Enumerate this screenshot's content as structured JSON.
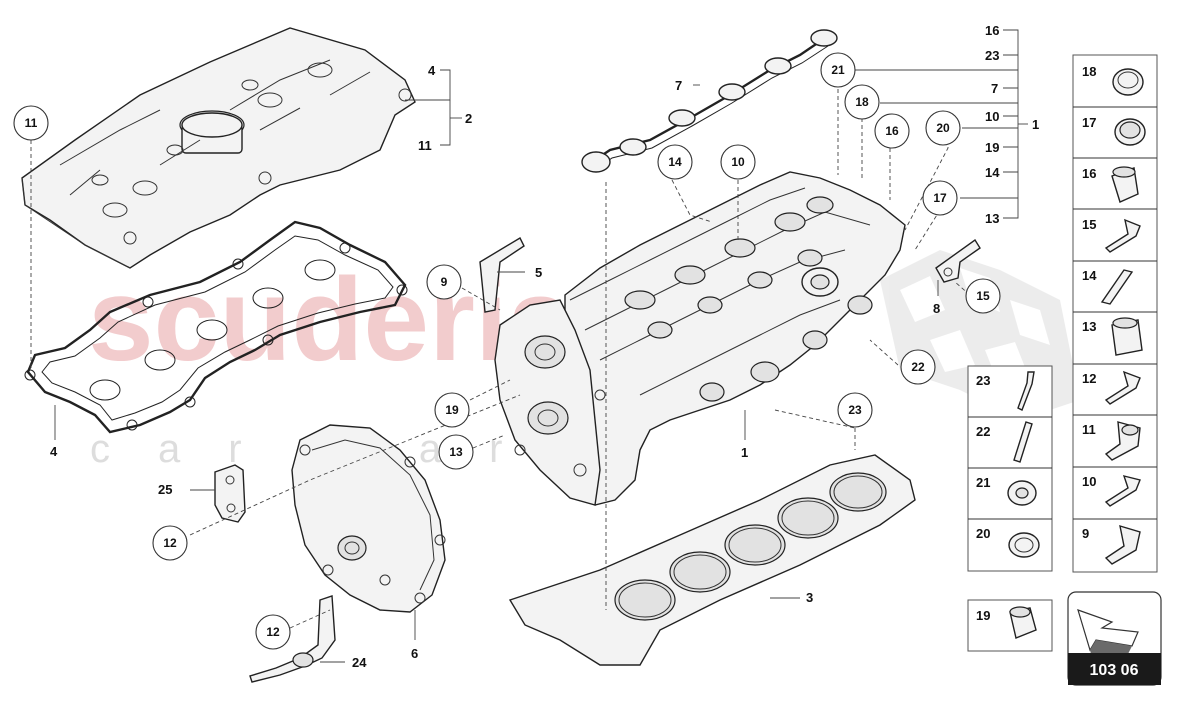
{
  "watermark": {
    "brand": "scuderia",
    "sub": "car parts"
  },
  "page_code": "103 06",
  "callouts": [
    {
      "id": "c11a",
      "num": "11"
    },
    {
      "id": "c21",
      "num": "21"
    },
    {
      "id": "c18",
      "num": "18"
    },
    {
      "id": "c16",
      "num": "16"
    },
    {
      "id": "c20",
      "num": "20"
    },
    {
      "id": "c14",
      "num": "14"
    },
    {
      "id": "c10",
      "num": "10"
    },
    {
      "id": "c17",
      "num": "17"
    },
    {
      "id": "c9",
      "num": "9"
    },
    {
      "id": "c15",
      "num": "15"
    },
    {
      "id": "c22",
      "num": "22"
    },
    {
      "id": "c19",
      "num": "19"
    },
    {
      "id": "c13",
      "num": "13"
    },
    {
      "id": "c23",
      "num": "23"
    },
    {
      "id": "c12a",
      "num": "12"
    },
    {
      "id": "c12b",
      "num": "12"
    }
  ],
  "labels": [
    {
      "id": "l4a",
      "num": "4"
    },
    {
      "id": "l2",
      "num": "2"
    },
    {
      "id": "l11",
      "num": "11"
    },
    {
      "id": "l7",
      "num": "7"
    },
    {
      "id": "l5",
      "num": "5"
    },
    {
      "id": "l8",
      "num": "8"
    },
    {
      "id": "l4b",
      "num": "4"
    },
    {
      "id": "l1b",
      "num": "1"
    },
    {
      "id": "l25",
      "num": "25"
    },
    {
      "id": "l3",
      "num": "3"
    },
    {
      "id": "l6",
      "num": "6"
    },
    {
      "id": "l24",
      "num": "24"
    }
  ],
  "bracket_list": [
    "16",
    "23",
    "7",
    "10",
    "19",
    "14",
    "13"
  ],
  "bracket_parent": "1",
  "parts_left_column": [
    "23",
    "22",
    "21",
    "20"
  ],
  "parts_right_column": [
    "18",
    "17",
    "16",
    "15",
    "14",
    "13",
    "12",
    "11",
    "10",
    "9"
  ],
  "part_19_box": "19",
  "colors": {
    "watermark_red": "#e9a3a6",
    "page_box": "#1a1a1a"
  }
}
